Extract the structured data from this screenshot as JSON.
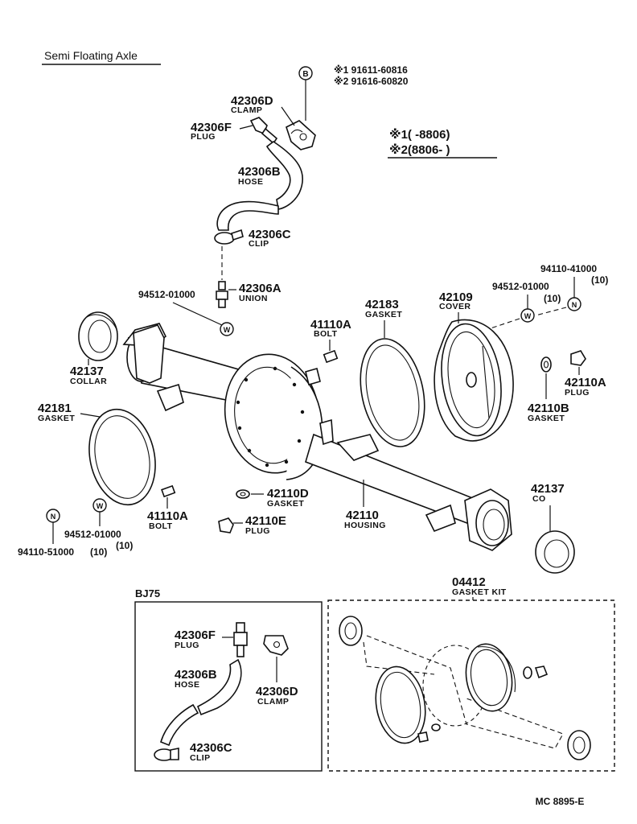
{
  "title": "Semi Floating Axle",
  "code": "MC  8895-E",
  "notes": {
    "bolt_ref_marker": "B",
    "bolt_ref_1": "※1  91611-60816",
    "bolt_ref_2": "※2  91616-60820",
    "legend_1": "※1(      -8806)",
    "legend_2": "※2(8806-      )"
  },
  "parts": {
    "clamp_top": {
      "number": "42306D",
      "name": "CLAMP"
    },
    "plug_top": {
      "number": "42306F",
      "name": "PLUG"
    },
    "hose_top": {
      "number": "42306B",
      "name": "HOSE"
    },
    "clip_top": {
      "number": "42306C",
      "name": "CLIP"
    },
    "union": {
      "number": "42306A",
      "name": "UNION"
    },
    "washer_left": {
      "number": "94512-01000",
      "marker": "W"
    },
    "washer_right": {
      "number": "94512-01000",
      "qty": "(10)",
      "marker": "W"
    },
    "nut_right": {
      "number": "94110-41000",
      "qty": "(10)",
      "marker": "N"
    },
    "cover": {
      "number": "42109",
      "name": "COVER"
    },
    "gasket_cover": {
      "number": "42183",
      "name": "GASKET"
    },
    "bolt_top": {
      "number": "41110A",
      "name": "BOLT"
    },
    "collar": {
      "number": "42137",
      "name": "COLLAR"
    },
    "gasket_left": {
      "number": "42181",
      "name": "GASKET"
    },
    "plug_right": {
      "number": "42110A",
      "name": "PLUG"
    },
    "gasket_right": {
      "number": "42110B",
      "name": "GASKET"
    },
    "gasket_mid": {
      "number": "42110D",
      "name": "GASKET"
    },
    "plug_mid": {
      "number": "42110E",
      "name": "PLUG"
    },
    "housing": {
      "number": "42110",
      "name": "HOUSING"
    },
    "bolt_bottom": {
      "number": "41110A",
      "name": "BOLT"
    },
    "washer_bottom": {
      "number": "94512-01000",
      "qty": "(10)",
      "marker": "W"
    },
    "nut_bottom": {
      "number": "94110-51000",
      "qty": "(10)",
      "marker": "N"
    },
    "collar_right": {
      "number": "42137",
      "name": "CO"
    },
    "gasket_kit": {
      "number": "04412",
      "name": "GASKET KIT"
    }
  },
  "inset": {
    "title": "BJ75",
    "plug": {
      "number": "42306F",
      "name": "PLUG"
    },
    "hose": {
      "number": "42306B",
      "name": "HOSE"
    },
    "clamp": {
      "number": "42306D",
      "name": "CLAMP"
    },
    "clip": {
      "number": "42306C",
      "name": "CLIP"
    }
  }
}
